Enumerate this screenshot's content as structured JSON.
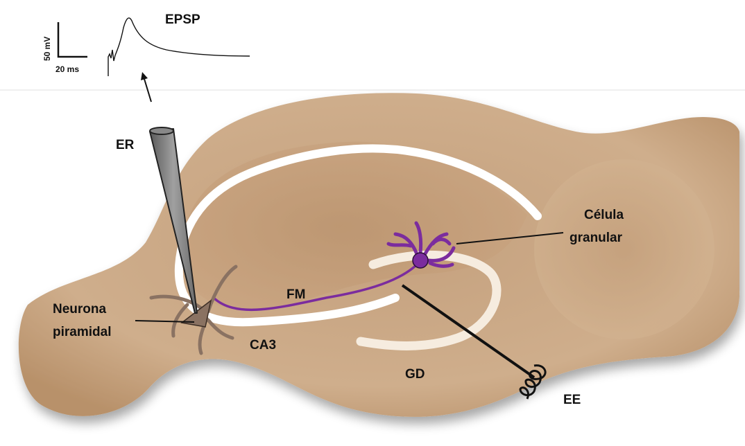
{
  "labels": {
    "epsp": "EPSP",
    "scale_voltage": "50 mV",
    "scale_time": "20 ms",
    "er": "ER",
    "neurona_line1": "Neurona",
    "neurona_line2": "piramidal",
    "fm": "FM",
    "ca3": "CA3",
    "gd": "GD",
    "celula_line1": "Célula",
    "celula_line2": "granular",
    "ee": "EE"
  },
  "colors": {
    "tissue": "#c9a27a",
    "tissue_dark": "#b48a62",
    "layer_white": "#ffffff",
    "dentate_layer": "#f6ecdf",
    "granule_cell": "#7b2c9e",
    "pyramidal_cell": "#8a7262",
    "electrode": "#777777",
    "stim_wire": "#111111"
  }
}
